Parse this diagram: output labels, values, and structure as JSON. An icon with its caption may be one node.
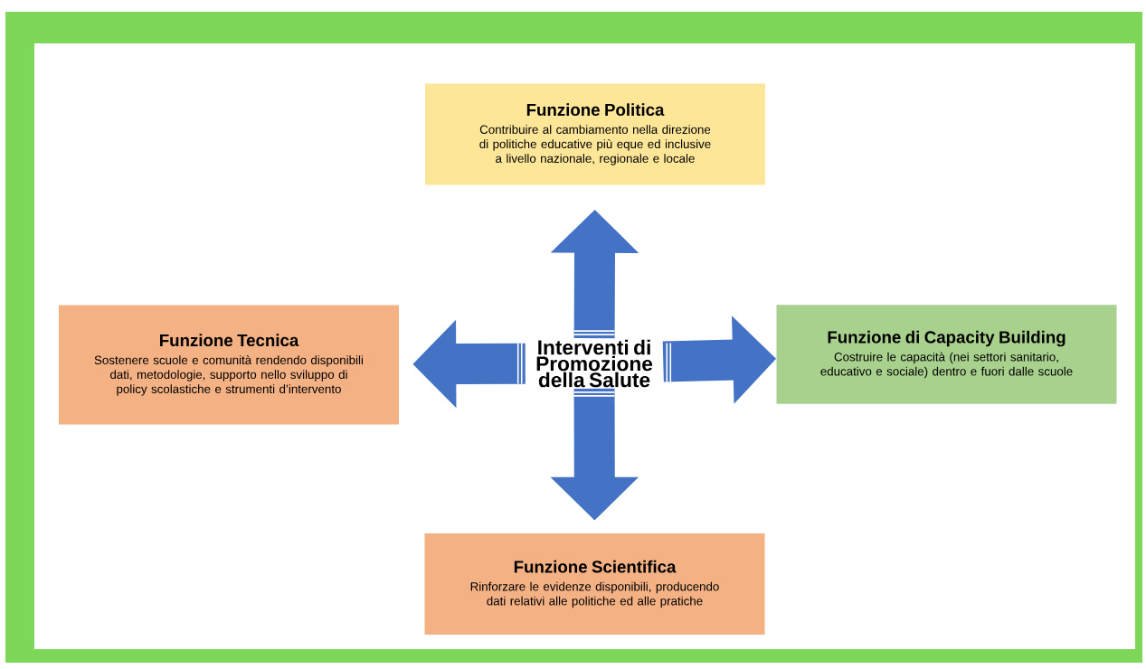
{
  "diagram": {
    "nodes": [
      {
        "text": [
          "Interventi di Promozione della Salute"
        ]
      },
      {
        "text": [
          "Funzione Politica",
          "Contribuire al cambiamento nella direzione di politiche educative più eque ed inclusive a livello nazionale, regionale e locale"
        ]
      },
      {
        "text": [
          "Funzione Tecnica",
          "Sostenere scuole e comunità rendendo disponibili dati, metodologie, supporto nello sviluppo di policy scolastiche e strumenti d’intervento"
        ]
      },
      {
        "text": [
          "Funzione di Capacity Building",
          "Costruire le capacità (nei settori sanitario, educativo e sociale) dentro e fuori dalle scuole"
        ]
      },
      {
        "text": [
          "Funzione Scientifica",
          "Rinforzare le evidenze disponibili, producendo dati relativi alle politiche ed alle pratiche"
        ]
      }
    ],
    "edges": [
      {
        "from": 0,
        "to": 1,
        "arrow": "to"
      },
      {
        "from": 0,
        "to": 2,
        "arrow": "to"
      },
      {
        "from": 0,
        "to": 3,
        "arrow": "to"
      },
      {
        "from": 0,
        "to": 4,
        "arrow": "to"
      }
    ]
  }
}
